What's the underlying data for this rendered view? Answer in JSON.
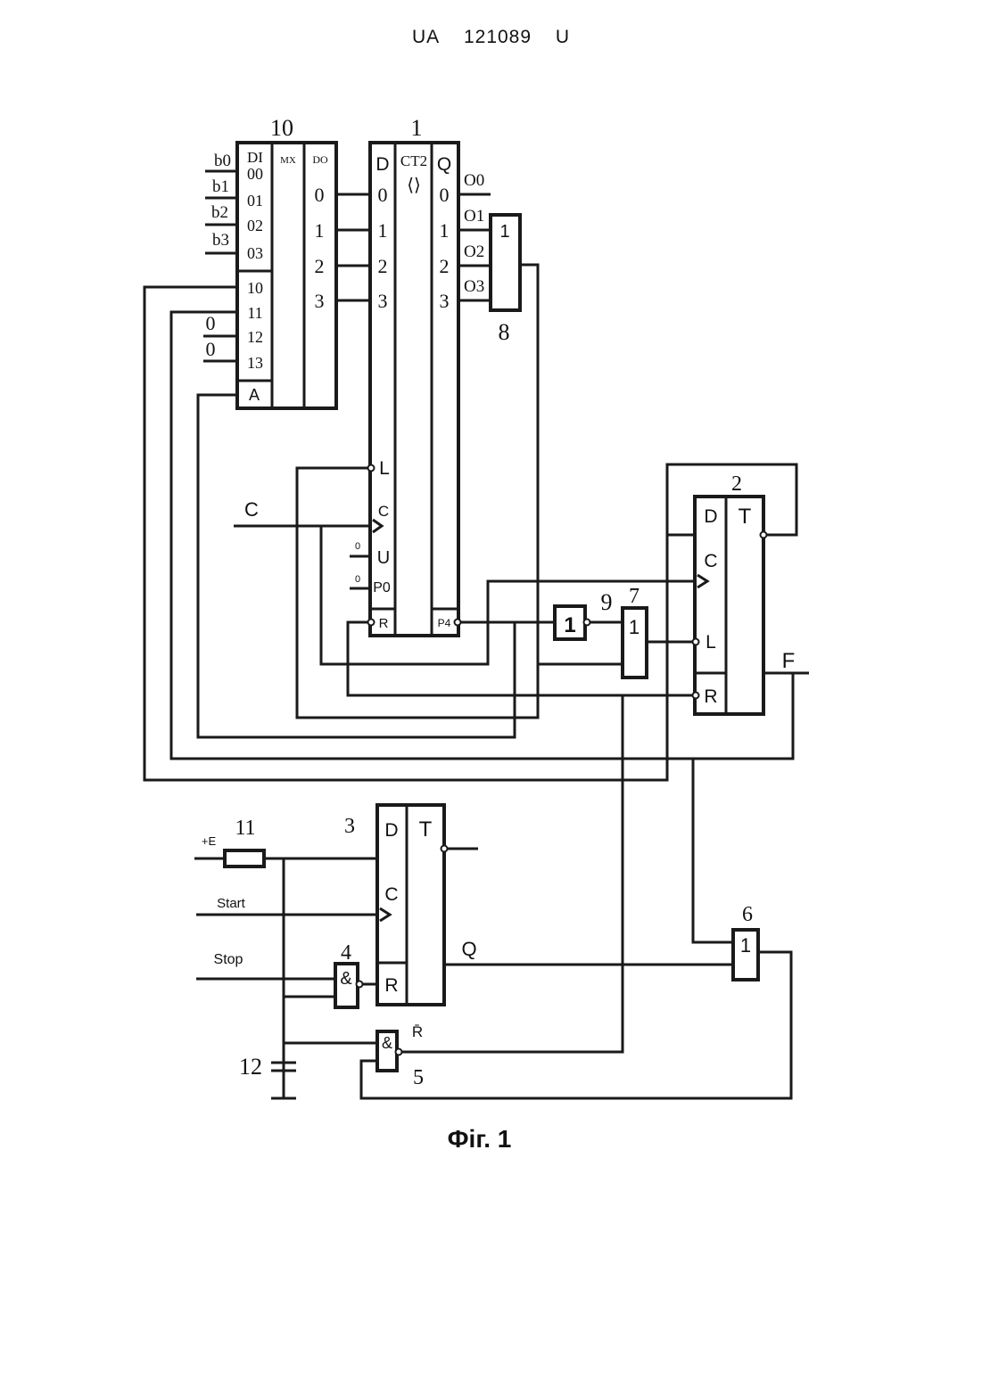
{
  "header": {
    "country": "UA",
    "number": "121089",
    "kind": "U"
  },
  "caption": "Фіг. 1",
  "components": {
    "mux": {
      "ref": "10",
      "di_label": "DI",
      "mx_label": "MX",
      "do_label": "DO",
      "inputs_group0": [
        "00",
        "01",
        "02",
        "03"
      ],
      "inputs_group1": [
        "10",
        "11",
        "12",
        "13"
      ],
      "address_label": "A",
      "outputs": [
        "0",
        "1",
        "2",
        "3"
      ],
      "data_inputs": [
        "b0",
        "b1",
        "b2",
        "b3"
      ],
      "const_inputs": [
        "0",
        "0"
      ]
    },
    "counter": {
      "ref": "1",
      "d_label": "D",
      "type_label": "CT2",
      "direction_symbol": "⟨⟩",
      "q_label": "Q",
      "d_inputs": [
        "0",
        "1",
        "2",
        "3"
      ],
      "q_outputs": [
        "0",
        "1",
        "2",
        "3"
      ],
      "control_labels": [
        "L",
        "C",
        "U",
        "P0",
        "R"
      ],
      "carry_out": "P4",
      "tied_zero": [
        "0",
        "0"
      ]
    },
    "counter_outputs": [
      "O0",
      "O1",
      "O2",
      "O3"
    ],
    "or_gate_8": {
      "ref": "8",
      "symbol": "1"
    },
    "flipflop_2": {
      "ref": "2",
      "inputs": [
        "D",
        "C",
        "L",
        "R"
      ],
      "type": "T"
    },
    "output_f": "F",
    "clock_input": "C",
    "inverter_9": {
      "ref": "9",
      "symbol": "1"
    },
    "or_gate_7": {
      "ref": "7",
      "symbol": "1"
    },
    "resistor_11": {
      "ref": "11",
      "supply": "+E"
    },
    "capacitor_12": {
      "ref": "12"
    },
    "flipflop_3": {
      "ref": "3",
      "inputs": [
        "D",
        "C",
        "R"
      ],
      "type": "T",
      "output": "Q"
    },
    "start_input": "Start",
    "stop_input": "Stop",
    "and_gate_4": {
      "ref": "4",
      "symbol": "&"
    },
    "and_gate_5": {
      "ref": "5",
      "symbol": "&",
      "output_label": "R̄"
    },
    "or_gate_6": {
      "ref": "6",
      "symbol": "1"
    }
  }
}
